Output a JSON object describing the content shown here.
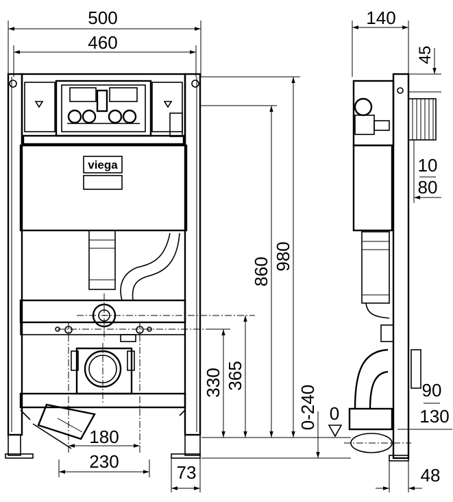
{
  "brand": {
    "logo_text": "viega"
  },
  "front_view": {
    "width_outer": "500",
    "width_inner": "460",
    "height_flush": "860",
    "height_frame": "980",
    "drain_height": "330",
    "bolt_height": "365",
    "foot_range": "0-240",
    "bolt_spacing": "180",
    "outlet_spacing": "230",
    "foot_width": "73"
  },
  "side_view": {
    "depth": "140",
    "top_offset": "45",
    "plate_depth_top": "10",
    "plate_depth_bottom": "80",
    "pipe_offset_top": "90",
    "pipe_offset_bottom": "130",
    "floor_level": "0",
    "foot_depth": "48"
  },
  "icons": {
    "floor_marker": "triangle-down-icon"
  }
}
